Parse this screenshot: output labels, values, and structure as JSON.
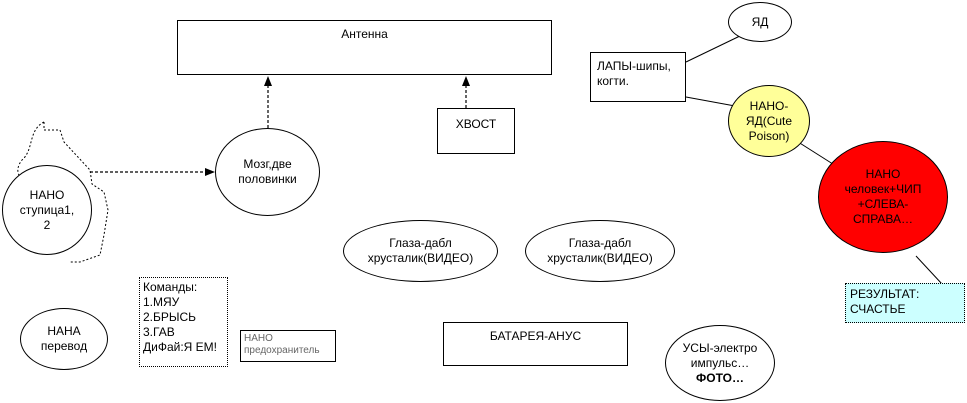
{
  "diagram": {
    "antenna": "Антенна",
    "brain": "Мозг,две\nполовинки",
    "tail": "ХВОСТ",
    "nano_stupa": "НАНО\nступица1,\n2",
    "eyes_left": "Глаза-дабл\nхрусталик(ВИДЕО)",
    "eyes_right": "Глаза-дабл\nхрусталик(ВИДЕО)",
    "commands": "Команды:\n1.МЯУ\n2.БРЫСЬ\n3.ГАВ\nДиФай:Я ЕМ!",
    "nano_fuse": "НАНО\nпредохранитель",
    "nana_translation": "НАНА\nперевод",
    "battery": "БАТАРЕЯ-АНУС",
    "whiskers_main": "УСЫ-электро\nимпульс…",
    "whiskers_photo": "ФОТО…",
    "poison_top": "ЯД",
    "paws": "ЛАПЫ-шипы,\nкогти.",
    "nano_poison": "НАНО-\nЯД(Cute\nPoison)",
    "nano_human": "НАНО\nчеловек+ЧИП\n+СЛЕВА-\nСПРАВА…",
    "result": "РЕЗУЛЬТАТ:\nСЧАСТЬЕ"
  },
  "colors": {
    "stroke": "#000000",
    "nano_poison_fill": "#ffff99",
    "nano_human_fill": "#ff0000",
    "result_fill": "#ccffff",
    "background": "#ffffff"
  }
}
